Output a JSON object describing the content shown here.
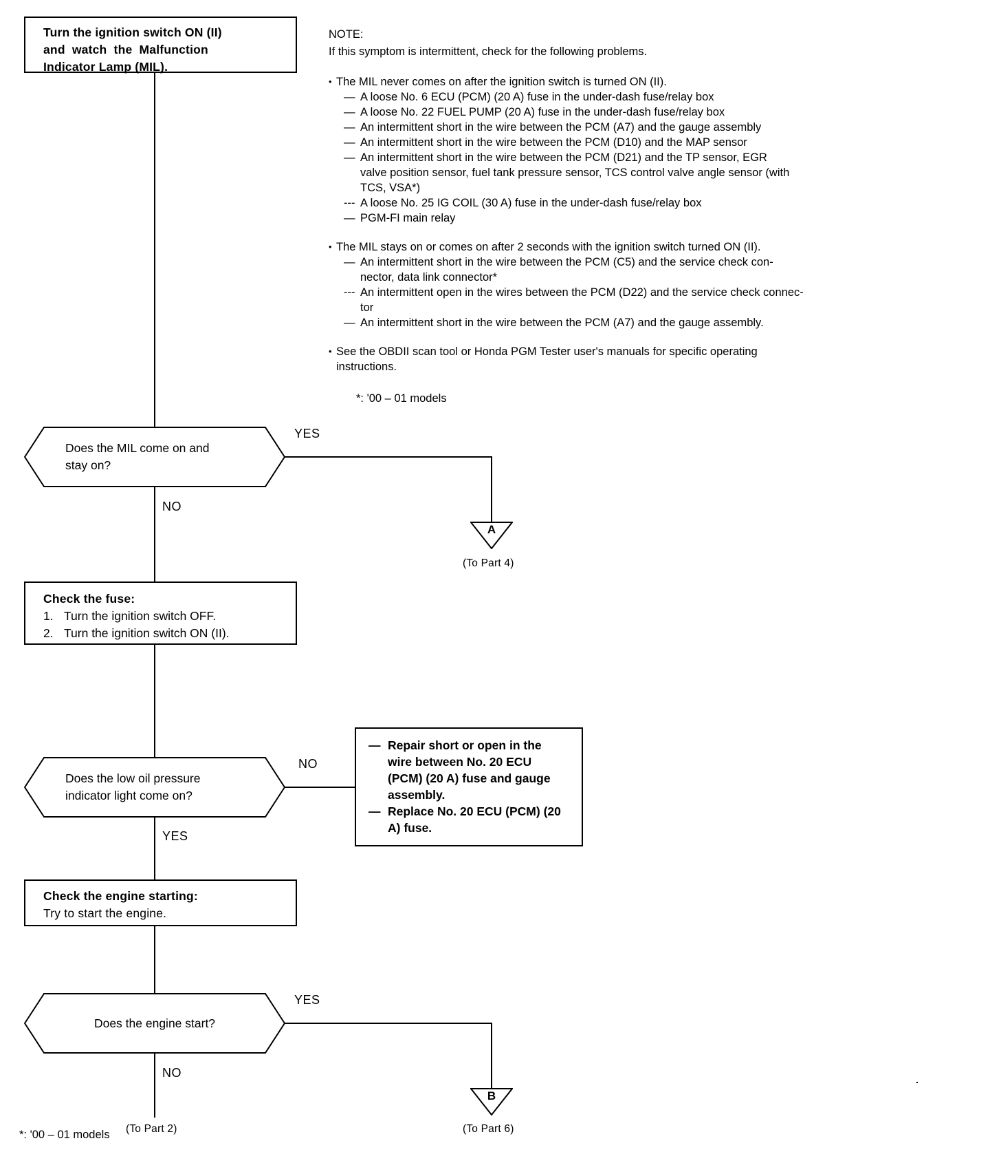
{
  "flow": {
    "start_box": {
      "lines": [
        "Turn the ignition switch ON (II)",
        "and  watch  the  Malfunction",
        "Indicator Lamp (MIL)."
      ]
    },
    "decision_mil": {
      "text": "Does the MIL come on and\nstay on?",
      "yes_label": "YES",
      "no_label": "NO"
    },
    "connector_a": {
      "letter": "A",
      "caption": "(To Part 4)"
    },
    "fuse_box": {
      "title": "Check the fuse:",
      "steps": [
        {
          "num": "1.",
          "text": "Turn the ignition switch OFF."
        },
        {
          "num": "2.",
          "text": "Turn the ignition switch ON (II)."
        }
      ]
    },
    "decision_oil": {
      "text": "Does the low oil pressure\nindicator light come on?",
      "no_label": "NO",
      "yes_label": "YES"
    },
    "repair_box": {
      "items": [
        "Repair short or open in the\nwire between No. 20 ECU\n(PCM) (20 A) fuse and gauge\nassembly.",
        "Replace No. 20 ECU (PCM) (20\nA) fuse."
      ],
      "dash": "—"
    },
    "engine_box": {
      "title": "Check the engine starting:",
      "line": "Try to start the engine."
    },
    "decision_start": {
      "text": "Does the engine start?",
      "yes_label": "YES",
      "no_label": "NO"
    },
    "connector_b": {
      "letter": "B",
      "caption": "(To Part 6)"
    },
    "to_part_2": "(To Part 2)"
  },
  "note": {
    "heading": "NOTE:",
    "intro": "If this symptom is intermittent, check for the following problems.",
    "bullet_char": "•",
    "dash_char": "—",
    "dash_char_alt": "---",
    "groups": [
      {
        "bullet": "The MIL never comes on after the ignition switch is turned ON (II).",
        "items": [
          {
            "text": "A loose No. 6 ECU (PCM) (20 A) fuse in the under-dash fuse/relay box",
            "justify": false
          },
          {
            "text": "A loose No. 22 FUEL PUMP (20 A) fuse in the under-dash fuse/relay box",
            "justify": false
          },
          {
            "text": "An intermittent short in the wire between the PCM (A7) and the gauge assembly",
            "justify": false
          },
          {
            "text": "An intermittent short in the wire between the PCM (D10) and the MAP sensor",
            "justify": false
          },
          {
            "text": "An intermittent short in the wire between the PCM (D21) and the TP sensor, EGR\nvalve position sensor, fuel tank pressure sensor, TCS control valve angle sensor (with\nTCS, VSA*)",
            "justify": true
          },
          {
            "text": "A loose No. 25 IG COIL (30 A) fuse in the under-dash fuse/relay box",
            "justify": false,
            "alt_dash": true
          },
          {
            "text": "PGM-FI main relay",
            "justify": false
          }
        ]
      },
      {
        "bullet": "The MIL stays on or comes on after 2 seconds with the ignition switch turned ON (II).",
        "items": [
          {
            "text": "An intermittent short in the wire between the PCM (C5) and the service check con-\nnector, data link connector*",
            "justify": true
          },
          {
            "text": "An intermittent open in the wires between the PCM (D22) and the service check connec-\ntor",
            "justify": false,
            "alt_dash": true
          },
          {
            "text": "An intermittent short in the wire between the PCM (A7) and the gauge assembly.",
            "justify": false
          }
        ]
      },
      {
        "bullet": "See the OBDII scan tool or Honda PGM Tester user's manuals for specific operating\ninstructions.",
        "items": []
      }
    ],
    "footnote": "*: '00 – 01 models"
  },
  "page_footnote": "*: '00 – 01 models"
}
